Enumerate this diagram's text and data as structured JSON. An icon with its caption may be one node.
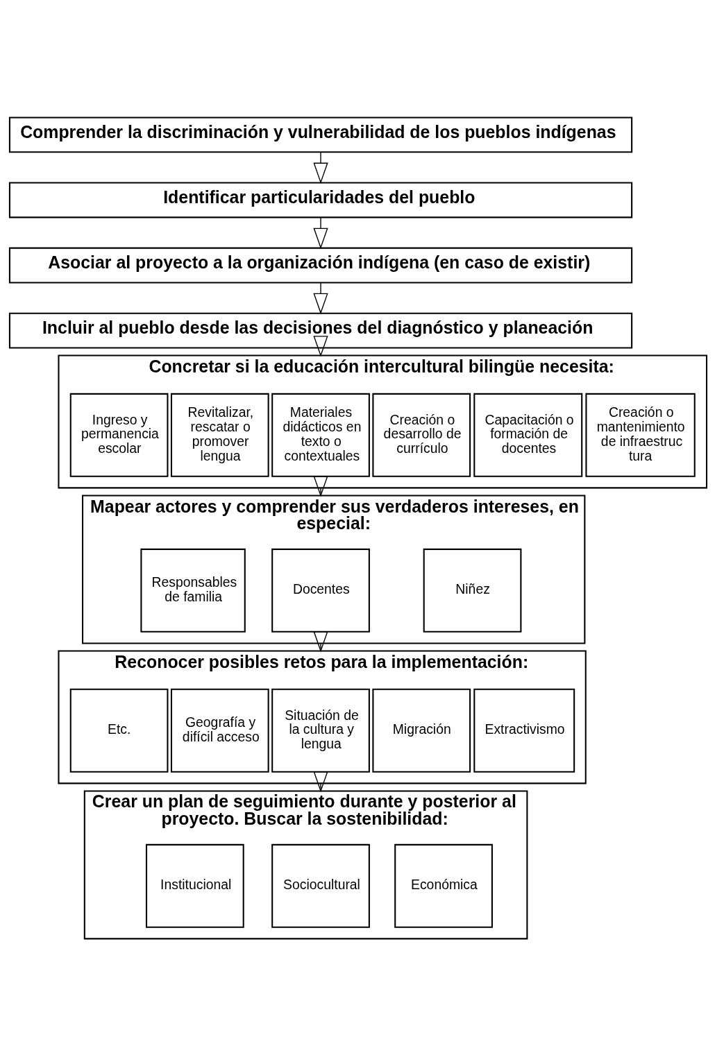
{
  "diagram": {
    "nodes": [
      {
        "text": [
          "Comprender la discriminación y vulnerabilidad de los pueblos indígenas"
        ]
      },
      {
        "text": [
          "Identificar particularidades del pueblo"
        ]
      },
      {
        "text": [
          "Asociar al proyecto a la organización indígena (en caso de existir)"
        ]
      },
      {
        "text": [
          "Incluir al pueblo desde las decisiones del diagnóstico y planeación"
        ]
      },
      {
        "text": [
          "Concretar si la educación intercultural bilingüe necesita:"
        ]
      },
      {
        "text": [
          "Creación o mantenimiento de infraestructura"
        ],
        "in": 4
      },
      {
        "text": [
          "Capacitación o formación de docentes"
        ],
        "in": 4
      },
      {
        "text": [
          "Creación o desarrollo de currículo"
        ],
        "in": 4
      },
      {
        "text": [
          "Materiales didácticos en texto o contextuales"
        ],
        "in": 4
      },
      {
        "text": [
          "Revitalizar, rescatar o promover lengua"
        ],
        "in": 4
      },
      {
        "text": [
          "Ingreso y permanencia escolar"
        ],
        "in": 4
      },
      {
        "text": [
          "Mapear actores y comprender sus verdaderos intereses, en especial:"
        ]
      },
      {
        "text": [
          "Niñez"
        ],
        "in": 11
      },
      {
        "text": [
          "Docentes"
        ],
        "in": 11
      },
      {
        "text": [
          "Responsables de familia"
        ],
        "in": 11
      },
      {
        "text": [
          "Reconocer posibles retos para la implementación:"
        ]
      },
      {
        "text": [
          "Extractivismo"
        ],
        "in": 15
      },
      {
        "text": [
          "Migración"
        ],
        "in": 15
      },
      {
        "text": [
          "Situación de la cultura y lengua"
        ],
        "in": 15
      },
      {
        "text": [
          "Geografía y difícil acceso"
        ],
        "in": 15
      },
      {
        "text": [
          "Etc."
        ],
        "in": 15
      },
      {
        "text": [
          "Crear un plan de seguimiento durante y posterior al proyecto. Buscar la sostenibilidad:"
        ]
      },
      {
        "text": [
          "Económica"
        ],
        "in": 21
      },
      {
        "text": [
          "Sociocultural"
        ],
        "in": 21
      },
      {
        "text": [
          "Institucional"
        ],
        "in": 21
      }
    ],
    "edges": [
      {
        "from": 0,
        "to": 1,
        "arrow": "to"
      },
      {
        "from": 1,
        "to": 2,
        "arrow": "to"
      },
      {
        "from": 2,
        "to": 3,
        "arrow": "to"
      },
      {
        "from": 3,
        "to": 4,
        "arrow": "to"
      },
      {
        "from": 4,
        "to": 11,
        "arrow": "to"
      },
      {
        "from": 11,
        "to": 15,
        "arrow": "to"
      },
      {
        "from": 15,
        "to": 21,
        "arrow": "to"
      }
    ]
  }
}
